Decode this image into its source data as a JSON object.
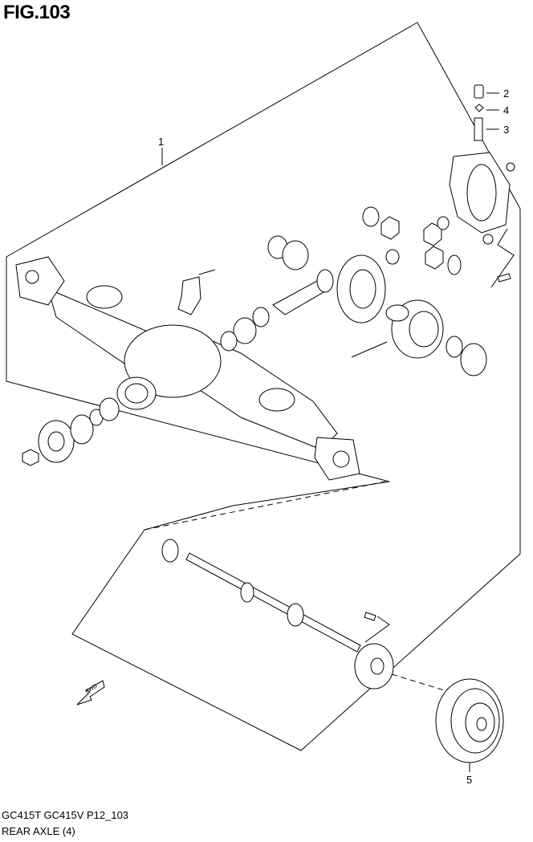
{
  "figure": {
    "title": "FIG.103",
    "caption_models": "GC415T GC415V P12_103",
    "caption_name": "REAR AXLE (4)"
  },
  "callouts": [
    {
      "id": "1",
      "label": "1"
    },
    {
      "id": "2",
      "label": "2"
    },
    {
      "id": "3",
      "label": "3"
    },
    {
      "id": "4",
      "label": "4"
    },
    {
      "id": "5",
      "label": "5"
    }
  ],
  "direction_arrow": {
    "label": "FWD"
  },
  "colors": {
    "line": "#000000",
    "background": "#ffffff"
  }
}
